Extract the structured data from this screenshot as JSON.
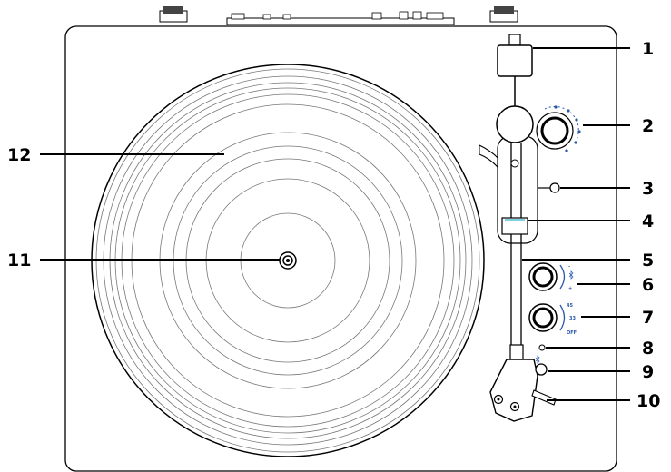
{
  "colors": {
    "outline": "#000000",
    "groove": "#8a8a8a",
    "accent_blue": "#2a57a8",
    "background": "#ffffff"
  },
  "callouts": [
    {
      "number": "1",
      "part": "counterweight"
    },
    {
      "number": "2",
      "part": "anti-skate-dial"
    },
    {
      "number": "3",
      "part": "tonearm-lift-lever"
    },
    {
      "number": "4",
      "part": "tonearm-rest-clip"
    },
    {
      "number": "5",
      "part": "tonearm"
    },
    {
      "number": "6",
      "part": "bluetooth-knob"
    },
    {
      "number": "7",
      "part": "speed-selector-knob"
    },
    {
      "number": "8",
      "part": "indicator-led"
    },
    {
      "number": "9",
      "part": "bluetooth-button"
    },
    {
      "number": "10",
      "part": "headshell-cartridge"
    },
    {
      "number": "11",
      "part": "spindle"
    },
    {
      "number": "12",
      "part": "platter"
    }
  ],
  "knob_labels": {
    "volume_minus": "-",
    "volume_plus": "+",
    "speed_45": "45",
    "speed_33": "33",
    "speed_off": "OFF"
  }
}
